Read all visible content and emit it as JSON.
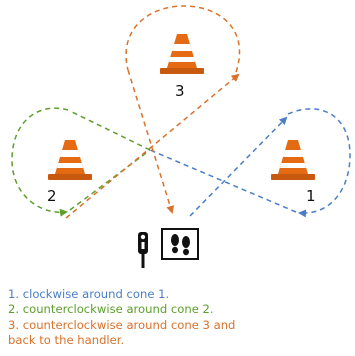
{
  "colors": {
    "step1": "#4a7ec6",
    "step2": "#5e9e2c",
    "step3": "#d8722c",
    "cone": "#e46a14",
    "cone_stripe": "#ffffff",
    "cone_base": "#c85a10"
  },
  "cones": [
    {
      "label": "3",
      "icon": "traffic-cone-icon"
    },
    {
      "label": "2",
      "icon": "traffic-cone-icon"
    },
    {
      "label": "1",
      "icon": "traffic-cone-icon"
    }
  ],
  "handler": {
    "icons": [
      "handler-figure-icon",
      "footprints-icon"
    ]
  },
  "legend": {
    "steps": [
      {
        "text": "1. clockwise around cone 1."
      },
      {
        "text": "2. counterclockwise around cone 2."
      },
      {
        "text": "3. counterclockwise around cone 3 and"
      },
      {
        "text": "back to the handler."
      }
    ]
  }
}
